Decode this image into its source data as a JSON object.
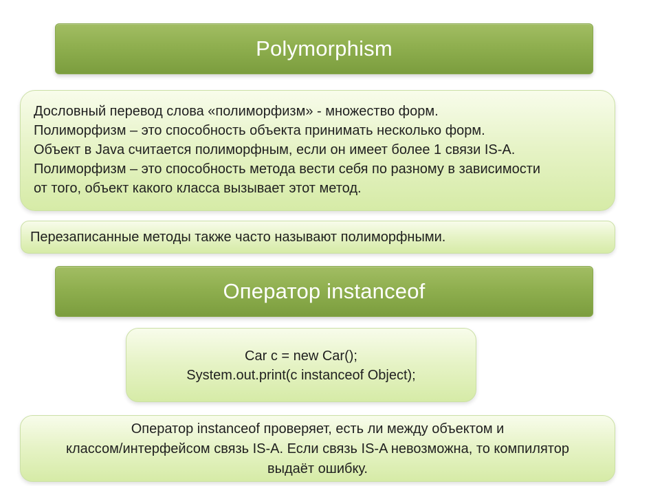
{
  "headers": {
    "polymorphism": "Polymorphism",
    "instanceof_operator": "Оператор instanceof"
  },
  "intro_lines": [
    "Дословный перевод слова «полиморфизм» - множество форм.",
    "Полиморфизм – это способность объекта принимать несколько форм.",
    "Объект в Java считается полиморфным, если он имеет более 1 связи IS-A.",
    "Полиморфизм – это способность метода вести себя по разному в зависимости",
    "от того, объект какого класса вызывает этот метод."
  ],
  "overridden_note": "Перезаписанные методы также часто называют полиморфными.",
  "code_lines": [
    "Car c = new Car();",
    "System.out.print(c instanceof Object);"
  ],
  "description_lines": [
    "Оператор instanceof проверяет, есть ли между объектом и",
    "классом/интерфейсом связь IS-A. Если связь IS-A невозможна, то компилятор",
    "выдаёт ошибку."
  ],
  "colors": {
    "header_green": "#8faf4f",
    "card_green": "#e6f3c6",
    "text": "#1f1f1f"
  }
}
